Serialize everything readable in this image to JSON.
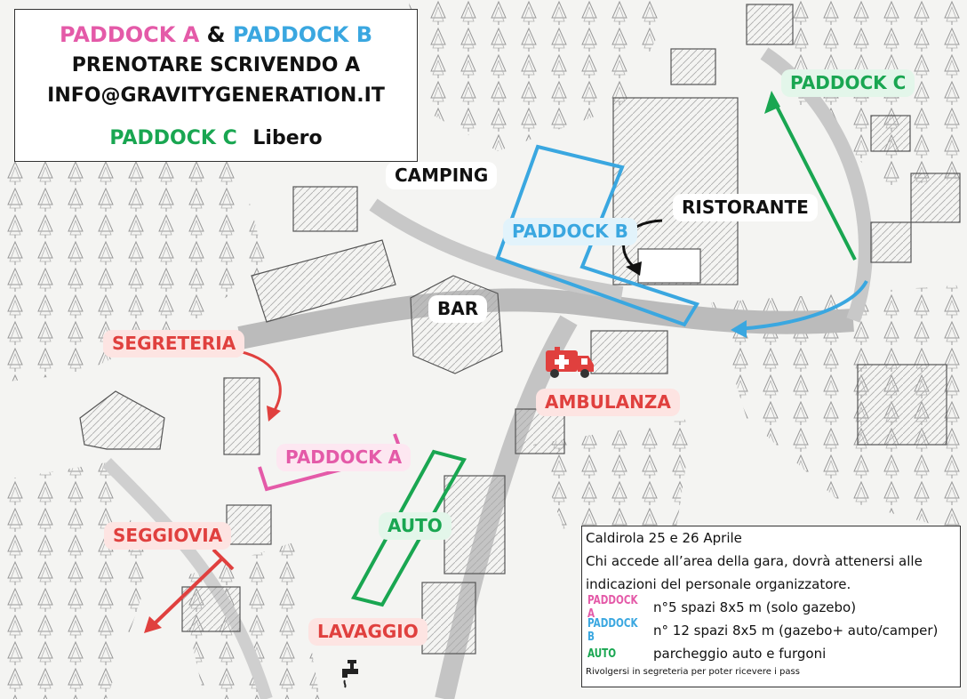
{
  "header": {
    "paddock_a": "PADDOCK A",
    "amp": "&",
    "paddock_b": "PADDOCK B",
    "line2": "PRENOTARE SCRIVENDO A",
    "email": "INFO@GRAVITYGENERATION.IT",
    "paddock_c": "PADDOCK C",
    "paddock_c_status": "Libero"
  },
  "labels": {
    "camping": "CAMPING",
    "ristorante": "RISTORANTE",
    "paddock_b": "PADDOCK B",
    "paddock_c": "PADDOCK C",
    "bar": "BAR",
    "segreteria": "SEGRETERIA",
    "ambulanza": "AMBULANZA",
    "paddock_a": "PADDOCK A",
    "auto": "AUTO",
    "seggiovia": "SEGGIOVIA",
    "lavaggio": "LAVAGGIO"
  },
  "info": {
    "line1": "Caldirola 25 e 26 Aprile",
    "line2": "Chi accede all’area della gara, dovrà attenersi alle",
    "line3": "indicazioni del personale organizzatore.",
    "legend": [
      {
        "tag": "PADDOCK A",
        "text": "n°5 spazi 8x5 m (solo gazebo)"
      },
      {
        "tag": "PADDOCK B",
        "text": "n° 12 spazi 8x5 m (gazebo+ auto/camper)"
      },
      {
        "tag": "AUTO",
        "text": "parcheggio auto e furgoni"
      }
    ],
    "footnote": "Rivolgersi in segreteria per poter ricevere i pass"
  },
  "icons": [
    "ambulance-icon",
    "water-tap-icon"
  ],
  "colors": {
    "paddock_a": "#e45aa8",
    "paddock_b": "#3aa7e0",
    "paddock_c": "#19a651",
    "auto": "#19a651",
    "alert": "#e0403e"
  }
}
